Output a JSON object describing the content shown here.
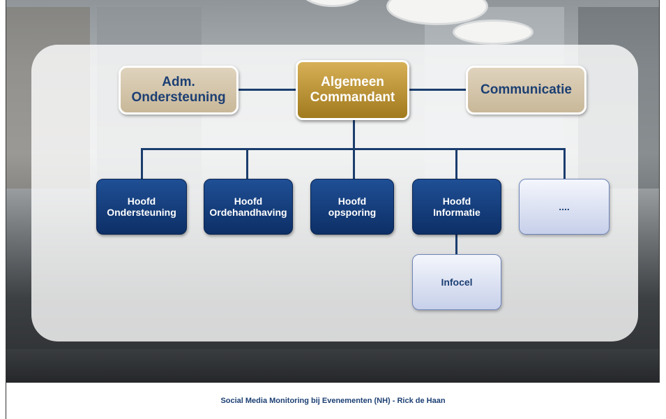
{
  "org_chart": {
    "top": {
      "line1": "Algemeen",
      "line2": "Commandant"
    },
    "staff_left": {
      "line1": "Adm.",
      "line2": "Ondersteuning"
    },
    "staff_right": {
      "label": "Communicatie"
    },
    "heads": [
      {
        "line1": "Hoofd",
        "line2": "Ondersteuning"
      },
      {
        "line1": "Hoofd",
        "line2": "Ordehandhaving"
      },
      {
        "line1": "Hoofd",
        "line2": "opsporing"
      },
      {
        "line1": "Hoofd",
        "line2": "Informatie"
      }
    ],
    "placeholder": {
      "label": "...."
    },
    "sub_unit": {
      "label": "Infocel"
    }
  },
  "footer": {
    "text": "Social Media Monitoring bij Evenementen (NH) - Rick de Haan"
  },
  "colors": {
    "navy": "#0d2f66",
    "gold": "#b88d2b",
    "tan": "#d4c6aa",
    "light_blue": "#d7def2",
    "text_blue": "#1c3f73"
  }
}
